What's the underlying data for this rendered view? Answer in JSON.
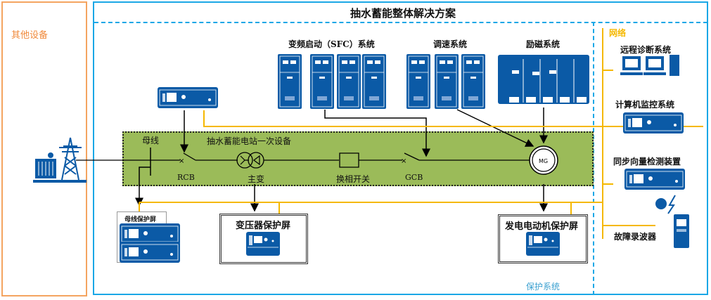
{
  "title": "抽水蓄能整体解决方案",
  "other_equipment": {
    "label": "其他设备",
    "color": "#f4a460"
  },
  "primary_equipment": {
    "label": "抽水蓄能电站一次设备",
    "bus_label": "母线",
    "rcb_label": "RCB",
    "main_transformer_label": "主变",
    "phase_switch_label": "换相开关",
    "gcb_label": "GCB",
    "motor_symbol": "MG",
    "fill_color": "#9bbb59"
  },
  "systems": {
    "sfc": "变频启动（SFC）系统",
    "governor": "调速系统",
    "excitation": "励磁系统"
  },
  "network": {
    "label": "网络",
    "color": "#f5b800",
    "items": [
      {
        "label": "远程诊断系统",
        "icon": "computer-workstation-icon"
      },
      {
        "label": "计算机监控系统",
        "icon": "rack-device-icon"
      },
      {
        "label": "同步向量检测装置",
        "icon": "pmu-device-icon"
      },
      {
        "label": "故障录波器",
        "icon": "fault-recorder-icon"
      }
    ]
  },
  "protection": {
    "label": "保护系统",
    "bus_protection": "母线保护屏",
    "transformer_protection": "变压器保护屏",
    "generator_protection": "发电电动机保护屏"
  },
  "colors": {
    "frame_blue": "#1aa7e6",
    "device_blue": "#0b5aa6",
    "orange": "#f4a460",
    "yellow": "#f5b800"
  }
}
